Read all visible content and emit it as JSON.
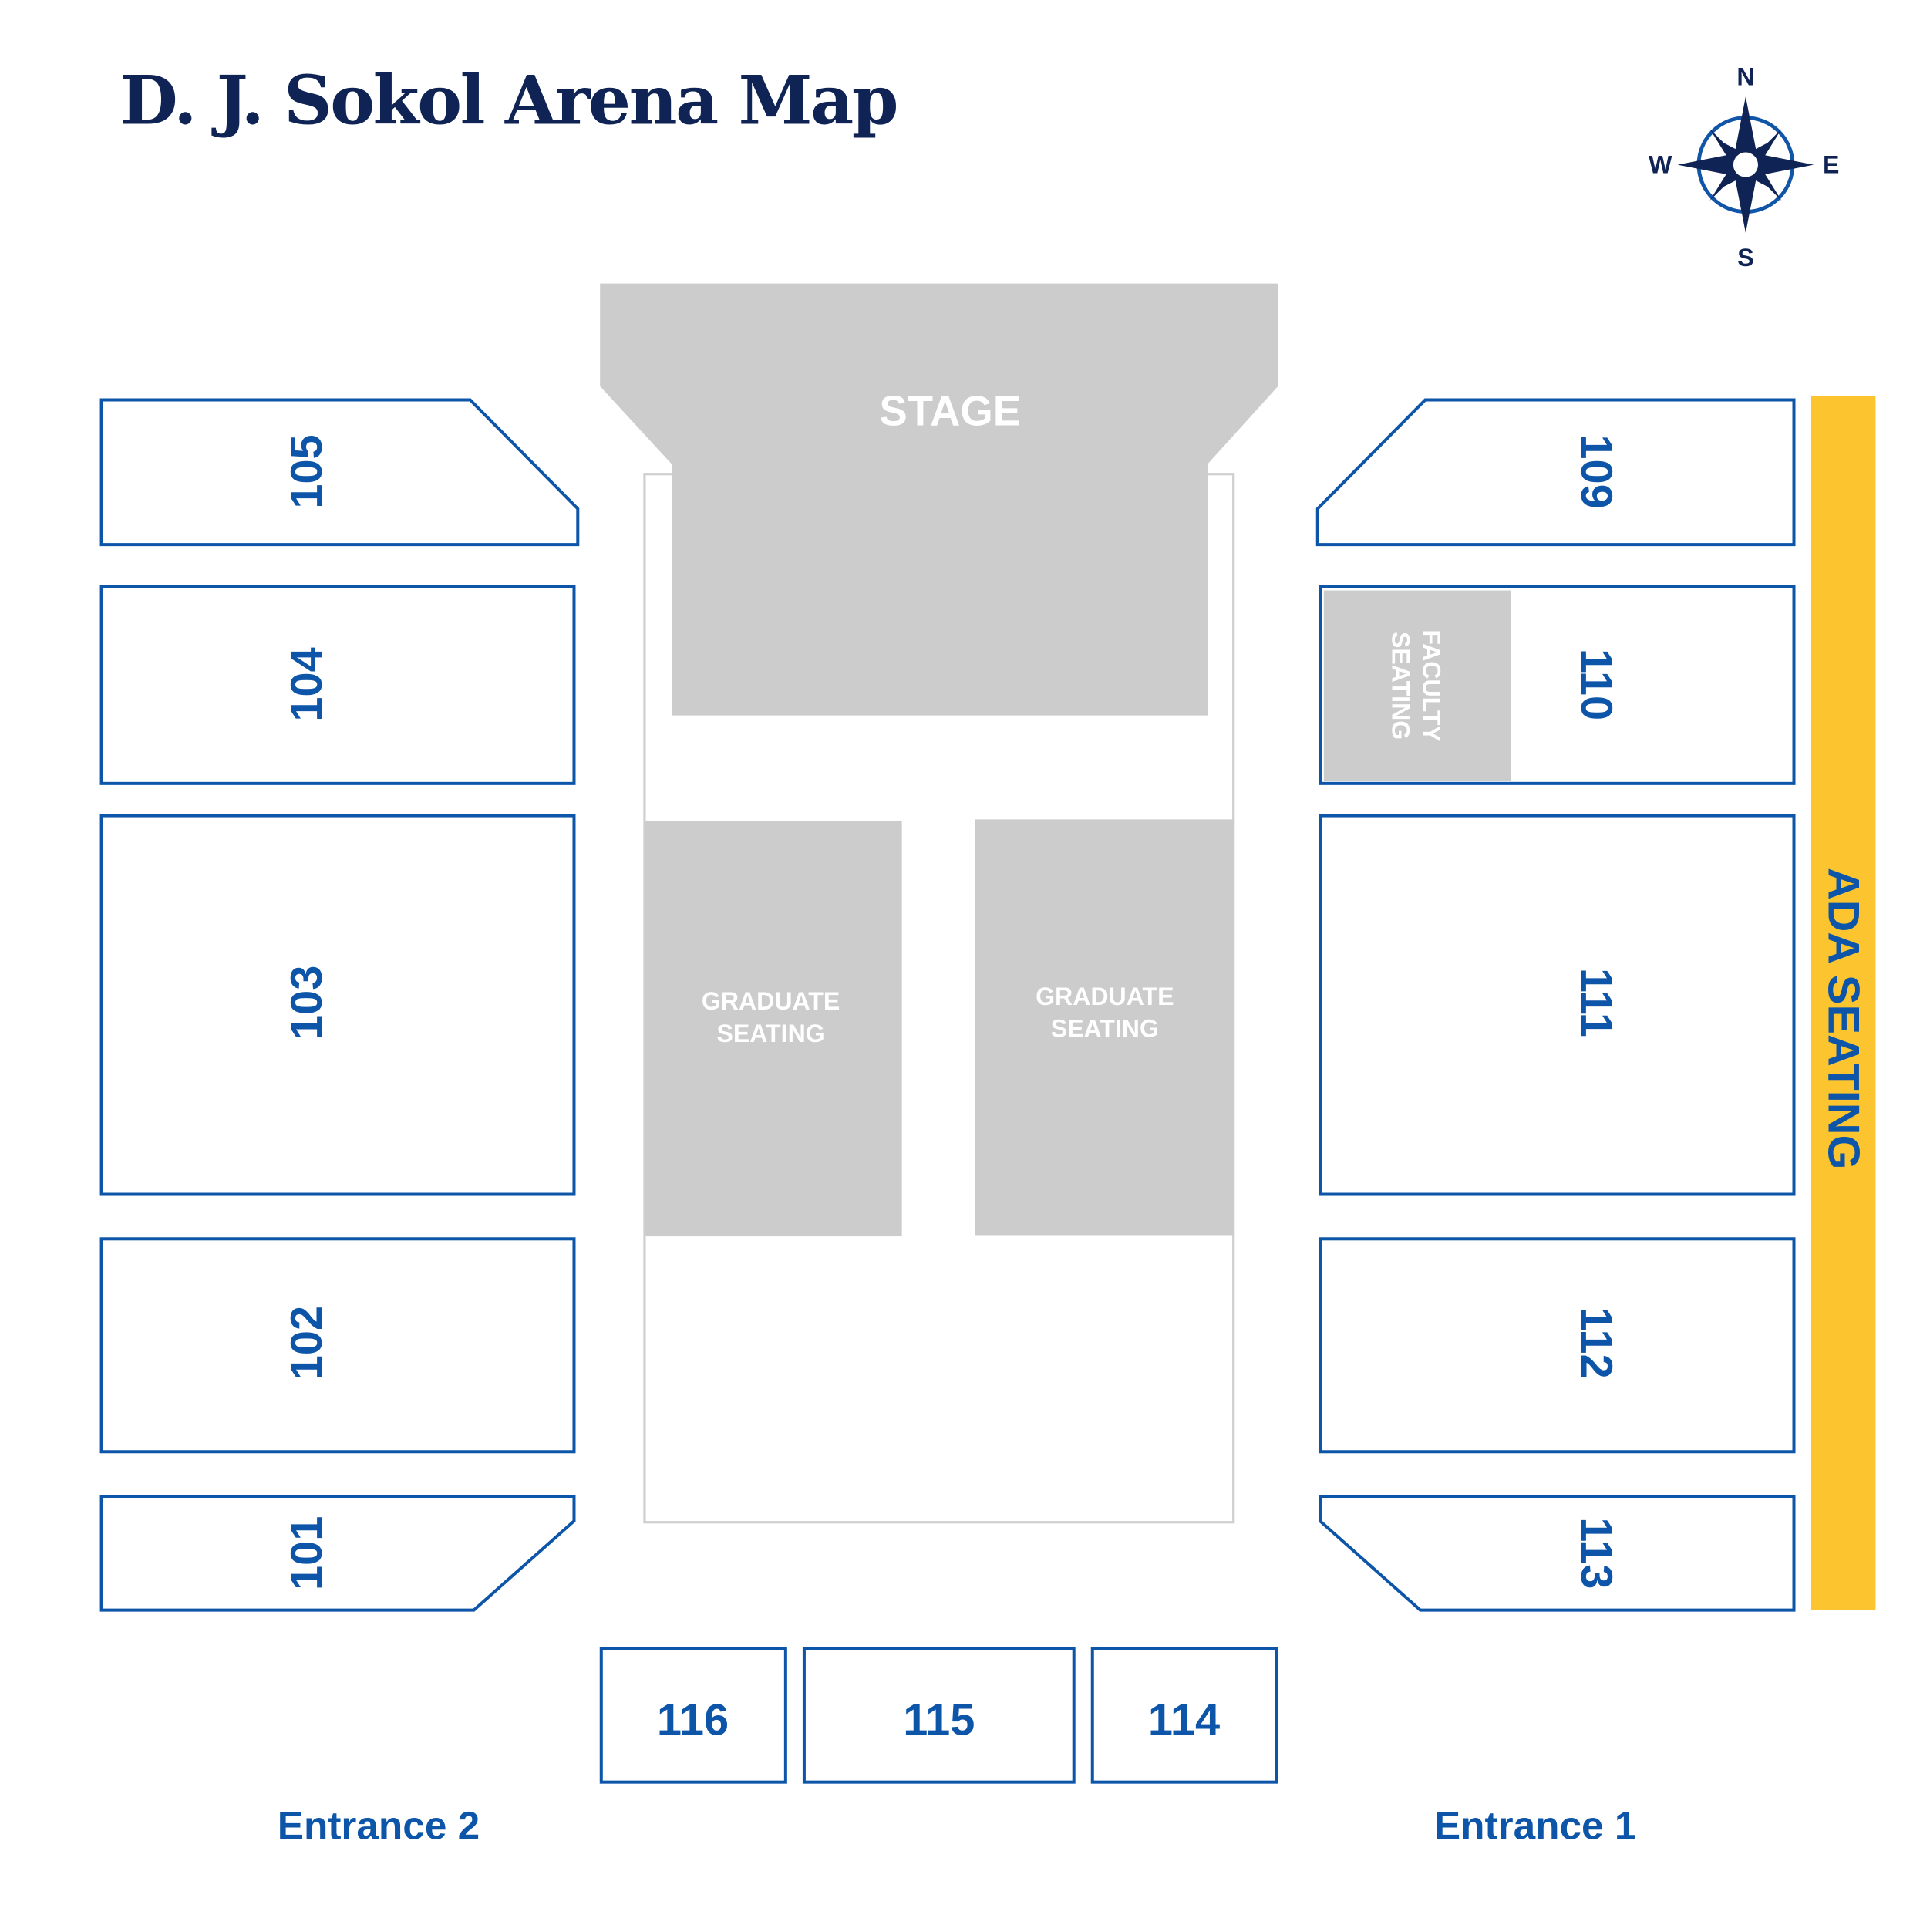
{
  "title": "D. J. Sokol Arena Map",
  "compass": {
    "n": "N",
    "s": "S",
    "e": "E",
    "w": "W"
  },
  "stage": "STAGE",
  "graduate_seating": [
    "GRADUATE",
    "SEATING"
  ],
  "faculty_seating": [
    "FACULTY",
    "SEATING"
  ],
  "ada_seating": "ADA SEATING",
  "sections": {
    "s101": "101",
    "s102": "102",
    "s103": "103",
    "s104": "104",
    "s105": "105",
    "s109": "109",
    "s110": "110",
    "s111": "111",
    "s112": "112",
    "s113": "113",
    "s114": "114",
    "s115": "115",
    "s116": "116"
  },
  "entrances": {
    "e1": "Entrance 1",
    "e2": "Entrance 2"
  },
  "colors": {
    "navy": "#0f2454",
    "blue": "#0d55a8",
    "gray": "#cdcccd",
    "ada": "#fcc42f"
  }
}
